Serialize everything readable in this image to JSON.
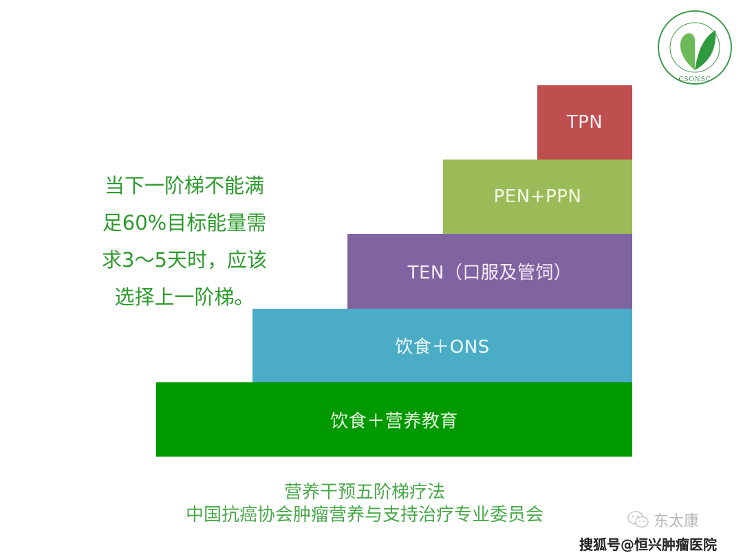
{
  "logo": {
    "ring_text": "中国抗癌协会肿瘤营养与支持治疗专业委员会",
    "abbr": "CSONSC"
  },
  "side_note": {
    "lines": [
      "当下一阶梯不能满",
      "足60%目标能量需",
      "求3～5天时，应该",
      "选择上一阶梯。"
    ],
    "color": "#2e9a2e"
  },
  "steps": [
    {
      "level": 1,
      "label": "饮食＋营养教育",
      "color": "#009900"
    },
    {
      "level": 2,
      "label": "饮食＋ONS",
      "color": "#4bacc6"
    },
    {
      "level": 3,
      "label": "TEN（口服及管饲）",
      "color": "#8064a2"
    },
    {
      "level": 4,
      "label": "PEN+PPN",
      "color": "#9bbb59"
    },
    {
      "level": 5,
      "label": "TPN",
      "color": "#bf4e4f"
    }
  ],
  "caption": {
    "title": "营养干预五阶梯疗法",
    "subtitle": "中国抗癌协会肿瘤营养与支持治疗专业委员会"
  },
  "watermarks": {
    "wechat": "东太康",
    "sohu": "搜狐号@恒兴肿瘤医院"
  }
}
